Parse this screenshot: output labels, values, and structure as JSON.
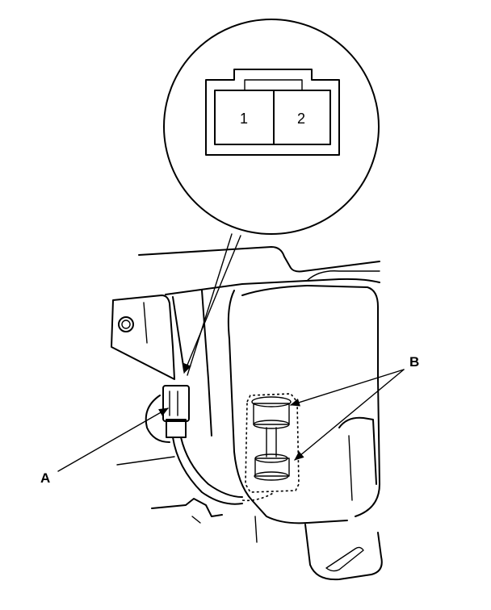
{
  "connector_view": {
    "pins": [
      "1",
      "2"
    ]
  },
  "callouts": {
    "a": "A",
    "b": "B"
  }
}
